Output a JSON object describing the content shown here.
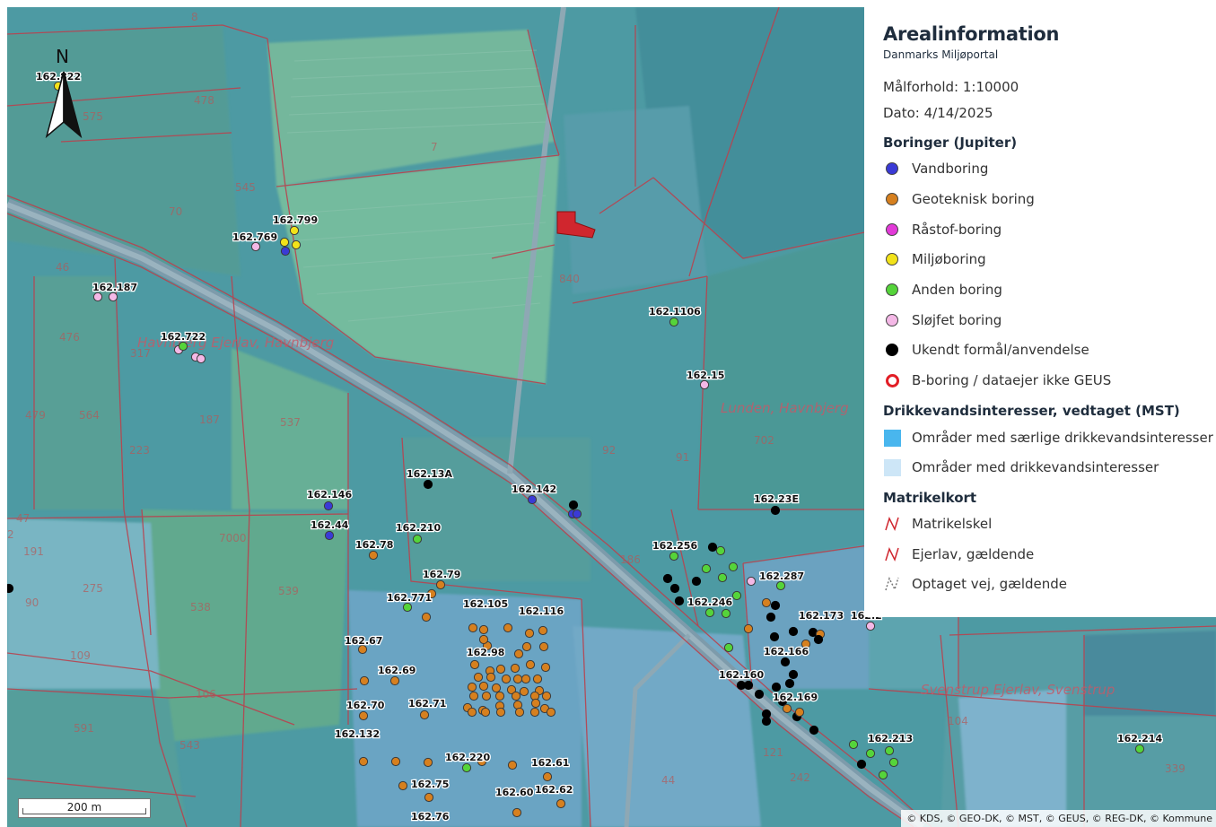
{
  "legend": {
    "title": "Arealinformation",
    "subtitle": "Danmarks Miljøportal",
    "scale_text": "Målforhold: 1:10000",
    "date_text": "Dato: 4/14/2025",
    "sections": [
      {
        "heading": "Boringer (Jupiter)",
        "items": [
          {
            "label": "Vandboring",
            "symbol": "dot",
            "color": "#3a3ad6"
          },
          {
            "label": "Geoteknisk boring",
            "symbol": "dot",
            "color": "#d6801f"
          },
          {
            "label": "Råstof-boring",
            "symbol": "dot",
            "color": "#e23ad8"
          },
          {
            "label": "Miljøboring",
            "symbol": "dot",
            "color": "#f2e21a"
          },
          {
            "label": "Anden boring",
            "symbol": "dot",
            "color": "#55d43a"
          },
          {
            "label": "Sløjfet boring",
            "symbol": "dot",
            "color": "#f4b8e6"
          },
          {
            "label": "Ukendt formål/anvendelse",
            "symbol": "dot",
            "color": "#000000"
          },
          {
            "label": "B-boring / dataejer ikke GEUS",
            "symbol": "ring",
            "color": "#e21e26"
          }
        ]
      },
      {
        "heading": "Drikkevandsinteresser, vedtaget (MST)",
        "items": [
          {
            "label": "Områder med særlige drikkevandsinteresser",
            "symbol": "square",
            "color": "#49b6ee"
          },
          {
            "label": "Områder med drikkevandsinteresser",
            "symbol": "square",
            "color": "#cde6f7"
          }
        ]
      },
      {
        "heading": "Matrikelkort",
        "items": [
          {
            "label": "Matrikelskel",
            "symbol": "line-red"
          },
          {
            "label": "Ejerlav, gældende",
            "symbol": "line-red"
          },
          {
            "label": "Optaget vej, gældende",
            "symbol": "line-dashed"
          }
        ]
      }
    ]
  },
  "map": {
    "north_label": "N",
    "scale_label": "200 m",
    "attribution": "© KDS, © GEO-DK, © MST, © GEUS, © REG-DK, © Kommune",
    "place_names": [
      "Havnbjerg Ejerlav, Havnbjerg",
      "Lunden, Havnbjerg",
      "Svenstrup Ejerlav, Svenstrup"
    ],
    "parcel_numbers": [
      "8",
      "478",
      "575",
      "7",
      "545",
      "70",
      "46",
      "476",
      "317",
      "479",
      "564",
      "537",
      "223",
      "187",
      "840",
      "92",
      "702",
      "91",
      "47",
      "2",
      "191",
      "90",
      "275",
      "538",
      "539",
      "109",
      "7000",
      "186",
      "106",
      "543",
      "591",
      "44",
      "242",
      "339",
      "104",
      "121"
    ],
    "borehole_labels": [
      {
        "text": "162.822",
        "color": "#f2e21a"
      },
      {
        "text": "162.799",
        "color": "#f2e21a"
      },
      {
        "text": "162.769",
        "color": "#f4b8e6"
      },
      {
        "text": "162.187",
        "color": "#f4b8e6"
      },
      {
        "text": "162.722",
        "color": "#55d43a"
      },
      {
        "text": "162.1106",
        "color": "#55d43a"
      },
      {
        "text": "162.15",
        "color": "#f4b8e6"
      },
      {
        "text": "162.13A",
        "color": "#000000"
      },
      {
        "text": "162.142",
        "color": "#3a3ad6"
      },
      {
        "text": "162.146",
        "color": "#3a3ad6"
      },
      {
        "text": "162.44",
        "color": "#3a3ad6"
      },
      {
        "text": "162.210",
        "color": "#55d43a"
      },
      {
        "text": "162.78",
        "color": "#d6801f"
      },
      {
        "text": "162.79",
        "color": "#d6801f"
      },
      {
        "text": "162.771",
        "color": "#55d43a"
      },
      {
        "text": "162.105",
        "color": "#d6801f"
      },
      {
        "text": "162.116",
        "color": "#d6801f"
      },
      {
        "text": "162.67",
        "color": "#d6801f"
      },
      {
        "text": "162.98",
        "color": "#d6801f"
      },
      {
        "text": "162.69",
        "color": "#d6801f"
      },
      {
        "text": "162.70",
        "color": "#d6801f"
      },
      {
        "text": "162.71",
        "color": "#d6801f"
      },
      {
        "text": "162.132",
        "color": "#d6801f"
      },
      {
        "text": "162.220",
        "color": "#55d43a"
      },
      {
        "text": "162.61",
        "color": "#d6801f"
      },
      {
        "text": "162.75",
        "color": "#d6801f"
      },
      {
        "text": "162.60",
        "color": "#d6801f"
      },
      {
        "text": "162.62",
        "color": "#d6801f"
      },
      {
        "text": "162.76",
        "color": "#d6801f"
      },
      {
        "text": "162.23E",
        "color": "#000000"
      },
      {
        "text": "162.256",
        "color": "#55d43a"
      },
      {
        "text": "162.287",
        "color": "#55d43a"
      },
      {
        "text": "162.246",
        "color": "#55d43a"
      },
      {
        "text": "162.173",
        "color": "#000000"
      },
      {
        "text": "162.166",
        "color": "#000000"
      },
      {
        "text": "162.160",
        "color": "#000000"
      },
      {
        "text": "162.169",
        "color": "#000000"
      },
      {
        "text": "162.213",
        "color": "#55d43a"
      },
      {
        "text": "162.214",
        "color": "#55d43a"
      }
    ]
  }
}
